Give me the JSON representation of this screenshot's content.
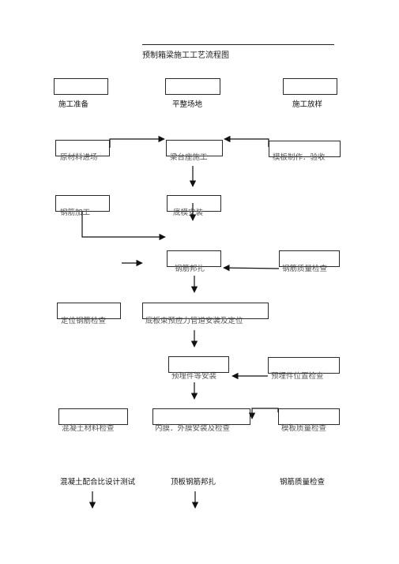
{
  "title": "预制箱梁施工工艺流程图",
  "row1": {
    "left": "施工准备",
    "center": "平整场地",
    "right": "施工放样"
  },
  "row2": {
    "left": "原材料进场",
    "center": "梁台座施工",
    "right": "模板制作．验收"
  },
  "row3": {
    "left": "钢筋加工",
    "center": "底模安装"
  },
  "row4": {
    "center": "钢筋邦扎",
    "right": "钢筋质量检查"
  },
  "row5": {
    "left": "定位钢筋检查",
    "center": "底板束预应力管道安装及定位"
  },
  "row6": {
    "center": "预埋件等安装",
    "right": "预埋件位置检查"
  },
  "row7": {
    "left": "混凝土材料检查",
    "center": "内膜．外膜安装及检查",
    "right": "模板质量检查"
  },
  "row8": {
    "left": "混凝土配合比设计测试",
    "center": "顶板钢筋邦扎",
    "right": "钢筋质量检查"
  }
}
